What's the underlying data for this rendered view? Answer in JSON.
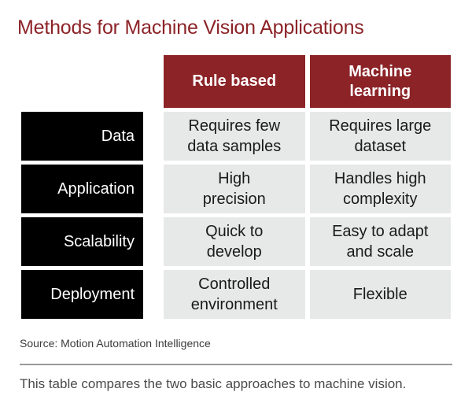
{
  "title": "Methods for Machine Vision Applications",
  "colors": {
    "accent_red": "#8C2327",
    "label_black": "#000000",
    "cell_gray": "#E7E8E8",
    "page_background": "#FFFFFF",
    "divider_gray": "#9A9A9A"
  },
  "table": {
    "corner_label": "",
    "columns": [
      {
        "label": "Rule based"
      },
      {
        "label": "Machine\nlearning"
      }
    ],
    "rows": [
      {
        "label": "Data",
        "cells": [
          "Requires few\ndata samples",
          "Requires large\ndataset"
        ]
      },
      {
        "label": "Application",
        "cells": [
          "High\nprecision",
          "Handles high\ncomplexity"
        ]
      },
      {
        "label": "Scalability",
        "cells": [
          "Quick to\ndevelop",
          "Easy to adapt\nand scale"
        ]
      },
      {
        "label": "Deployment",
        "cells": [
          "Controlled\nenvironment",
          "Flexible"
        ]
      }
    ]
  },
  "footer": {
    "source": "Source: Motion Automation Intelligence",
    "caption": "This table compares the two basic approaches to machine vision."
  }
}
